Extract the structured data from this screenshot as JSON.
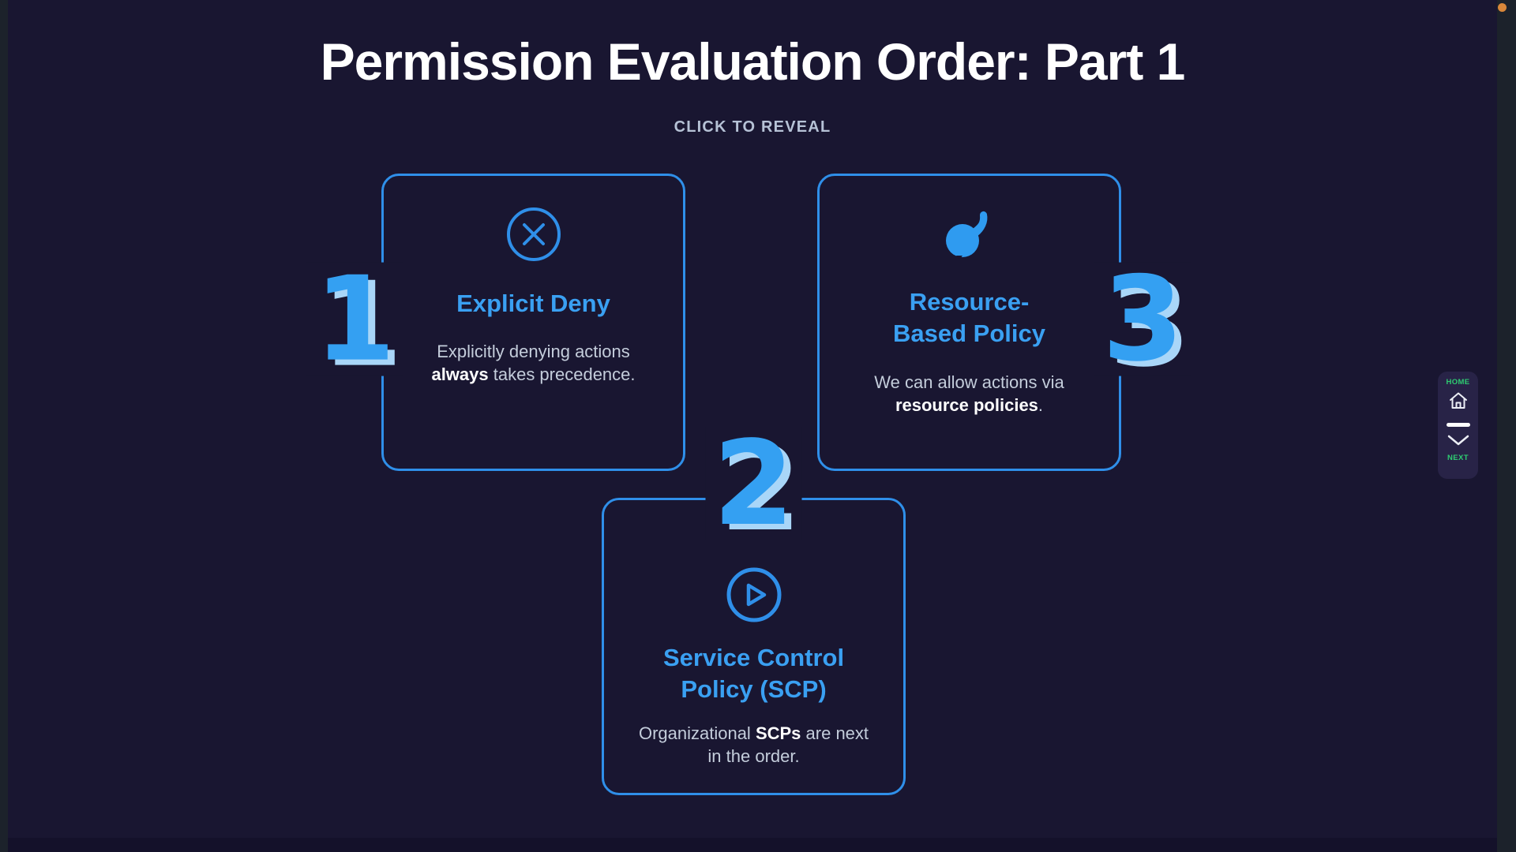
{
  "page": {
    "title": "Permission Evaluation Order: Part 1",
    "subtitle": "CLICK TO REVEAL"
  },
  "colors": {
    "background": "#191631",
    "card_border_blue": "#2f8fe9",
    "card_title_blue": "#3aa0f2",
    "number_blue": "#34a0f2",
    "number_highlight": "#a9d6f8",
    "body_text_gray": "#c4cddb",
    "bold_text_white": "#ffffff",
    "nav_green": "#2ecc71",
    "indicator_orange": "#d9873a"
  },
  "cards": [
    {
      "number": "1",
      "icon": "x-circle-icon",
      "title_lines": [
        "Explicit Deny"
      ],
      "description_segments": [
        {
          "text": "Explicitly denying actions ",
          "bold": false
        },
        {
          "text": "always",
          "bold": true
        },
        {
          "text": " takes precedence.",
          "bold": false
        }
      ]
    },
    {
      "number": "2",
      "icon": "play-circle-icon",
      "title_lines": [
        "Service Control",
        "Policy (SCP)"
      ],
      "description_segments": [
        {
          "text": "Organizational ",
          "bold": false
        },
        {
          "text": "SCPs",
          "bold": true
        },
        {
          "text": " are next in the order.",
          "bold": false
        }
      ]
    },
    {
      "number": "3",
      "icon": "bomb-icon",
      "title_lines": [
        "Resource-",
        "Based Policy"
      ],
      "description_segments": [
        {
          "text": "We can allow actions via ",
          "bold": false
        },
        {
          "text": "resource policies",
          "bold": true
        },
        {
          "text": ".",
          "bold": false
        }
      ]
    }
  ],
  "nav": {
    "home_label": "HOME",
    "next_label": "NEXT"
  }
}
